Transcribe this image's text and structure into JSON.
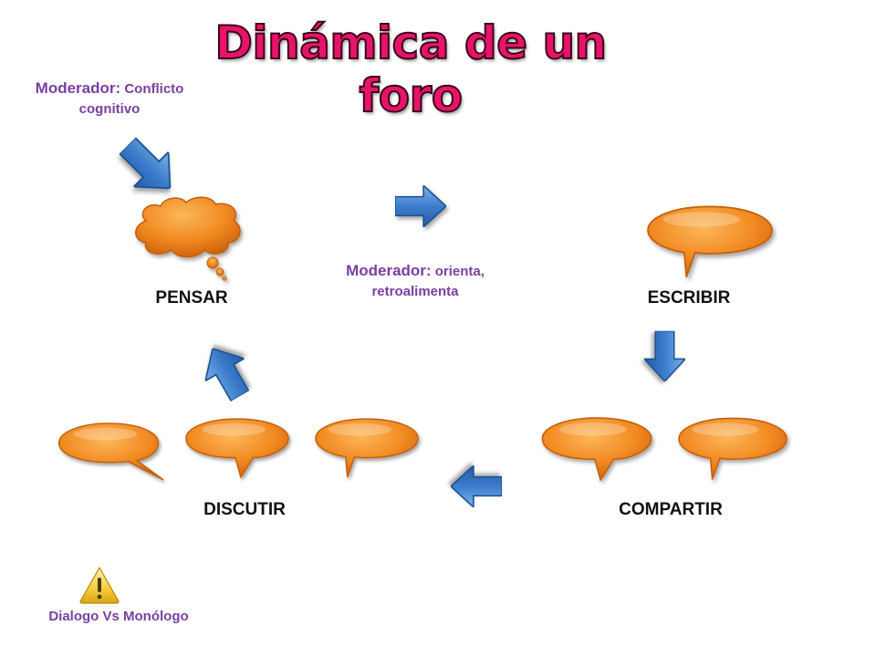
{
  "title": "Dinámica de un foro",
  "moderator_top": {
    "prefix": "Moderador:",
    "text": "Conflicto cognitivo"
  },
  "moderator_center": {
    "prefix": "Moderador:",
    "text": "orienta, retroalimenta"
  },
  "stages": {
    "pensar": "PENSAR",
    "escribir": "ESCRIBIR",
    "compartir": "COMPARTIR",
    "discutir": "DISCUTIR"
  },
  "note": "Dialogo Vs Monólogo",
  "icons": {
    "arrow": "arrow-icon",
    "thought": "thought-bubble-icon",
    "speech": "speech-bubble-icon",
    "warning": "warning-icon"
  },
  "colors": {
    "title": "#e8136b",
    "moderator_text": "#7a3fa0",
    "bubble": "#f08a24",
    "arrow": "#3a78c8"
  }
}
